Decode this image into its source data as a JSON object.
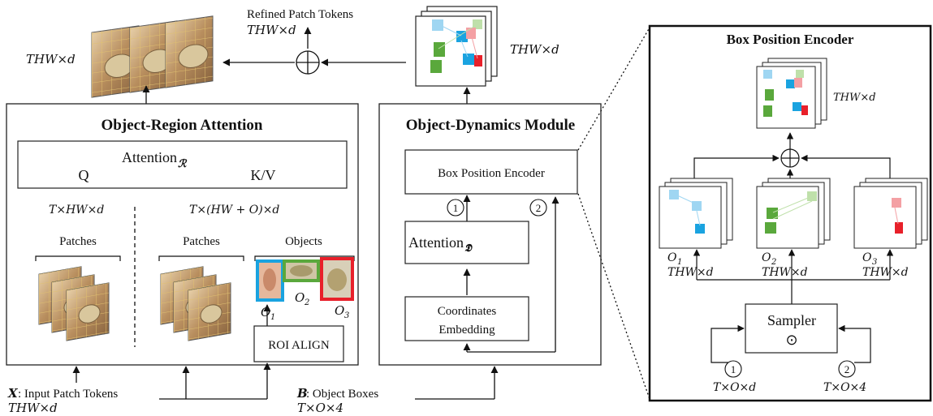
{
  "top": {
    "refined_label": "Refined Patch Tokens",
    "refined_dim": "THW×d",
    "left_dim": "THW×d",
    "right_dim": "THW×d"
  },
  "ora": {
    "title": "Object-Region Attention",
    "attention": "Attention",
    "attention_sub": "ℛ",
    "q": "Q",
    "kv": "K/V",
    "dim_left": "T×HW×d",
    "dim_right": "T×(HW + O)×d",
    "patches_left": "Patches",
    "patches_right": "Patches",
    "objects": "Objects",
    "o1": "O",
    "o1_sub": "1",
    "o2": "O",
    "o2_sub": "2",
    "o3": "O",
    "o3_sub": "3",
    "roi": "ROI ALIGN"
  },
  "odm": {
    "title": "Object-Dynamics Module",
    "bpe": "Box Position Encoder",
    "attention": "Attention",
    "attention_sub": "𝕯",
    "coords_line1": "Coordinates",
    "coords_line2": "Embedding",
    "circle1": "1",
    "circle2": "2"
  },
  "inputs": {
    "x_bold": "X",
    "x_text": ": Input Patch Tokens",
    "x_dim": "THW×d",
    "b_bold": "B",
    "b_text": ": Object Boxes",
    "b_dim": "T×O×4"
  },
  "bpe_panel": {
    "title": "Box Position Encoder",
    "out_dim": "THW×d",
    "o1": "O",
    "o1_sub": "1",
    "o2": "O",
    "o2_sub": "2",
    "o3": "O",
    "o3_sub": "3",
    "dim1": "THW×d",
    "dim2": "THW×d",
    "dim3": "THW×d",
    "sampler": "Sampler",
    "sampler_symbol": "⊙",
    "circle1": "1",
    "circle2": "2",
    "in1_dim": "T×O×d",
    "in2_dim": "T×O×4"
  },
  "colors": {
    "blue": "#1aa3e0",
    "light_blue": "#9fd6f2",
    "green": "#5aa83c",
    "light_green": "#bfe0aa",
    "red": "#e8202a",
    "light_red": "#f4a0a4",
    "frame_tan": "#c9a77a",
    "box_border": "#333333"
  }
}
